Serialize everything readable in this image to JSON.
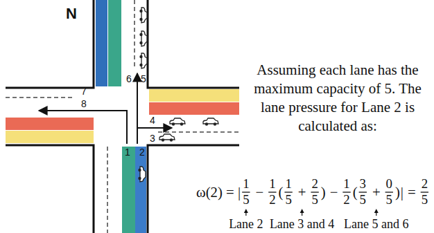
{
  "diagram": {
    "labels": [
      "N",
      "7",
      "8",
      "6",
      "5",
      "4",
      "3",
      "1",
      "2",
      "Assuming each lane has the maximum capacity of 5. The lane pressure for Lane 2 is calculated as:",
      "ω(2) = |",
      "1",
      "5",
      "−",
      "1",
      "2",
      "(",
      "1",
      "5",
      "+",
      "2",
      "5",
      ")",
      "−",
      "1",
      "2",
      "(",
      "3",
      "5",
      "+",
      "0",
      "5",
      ")",
      "|",
      "=",
      "2",
      "5",
      "Lane 2",
      "Lane 3 and 4",
      "Lane 5 and 6"
    ]
  }
}
